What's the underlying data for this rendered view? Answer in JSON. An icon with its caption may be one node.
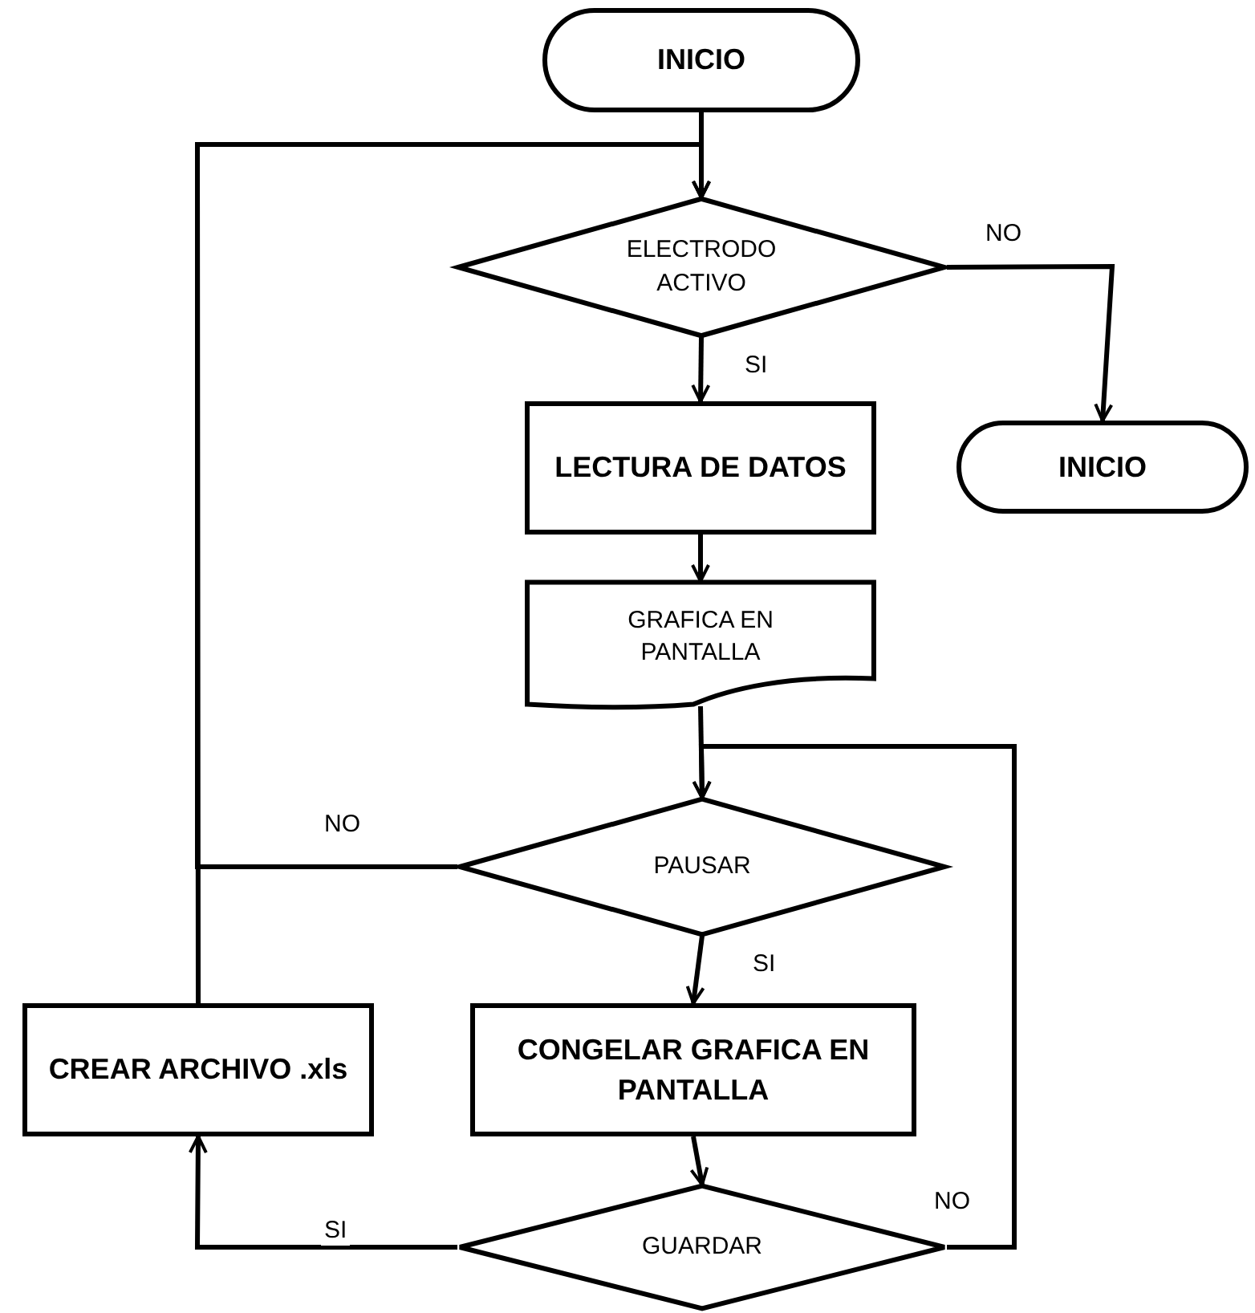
{
  "diagram": {
    "nodes": [
      {
        "text": [
          "INICIO"
        ]
      },
      {
        "text": [
          "ELECTRODO ACTIVO"
        ]
      },
      {
        "text": [
          "INICIO"
        ]
      },
      {
        "text": [
          "LECTURA DE DATOS"
        ]
      },
      {
        "text": [
          "GRAFICA EN PANTALLA"
        ]
      },
      {
        "text": [
          "PAUSAR"
        ]
      },
      {
        "text": [
          "CONGELAR GRAFICA EN PANTALLA"
        ]
      },
      {
        "text": [
          "CREAR ARCHIVO .xls"
        ]
      },
      {
        "text": [
          "GUARDAR"
        ]
      }
    ],
    "edges": [
      {
        "from": 0,
        "to": 1,
        "arrow": "to"
      },
      {
        "from": 1,
        "to": 3,
        "arrow": "to",
        "label": "SI"
      },
      {
        "from": 1,
        "to": 2,
        "arrow": "to",
        "label": "NO"
      },
      {
        "from": 3,
        "to": 4,
        "arrow": "to"
      },
      {
        "from": 4,
        "to": 5,
        "arrow": "to"
      },
      {
        "from": 5,
        "to": 6,
        "arrow": "to",
        "label": "SI"
      },
      {
        "from": 6,
        "to": 8,
        "arrow": "to"
      },
      {
        "from": 8,
        "to": 7,
        "arrow": "to",
        "label": "SI"
      },
      {
        "from": 8,
        "to": 5,
        "arrow": "to",
        "label": "NO"
      },
      {
        "from": 5,
        "to": 1,
        "arrow": "to",
        "label": "NO"
      },
      {
        "from": 7,
        "to": 1,
        "arrow": "to"
      }
    ]
  }
}
